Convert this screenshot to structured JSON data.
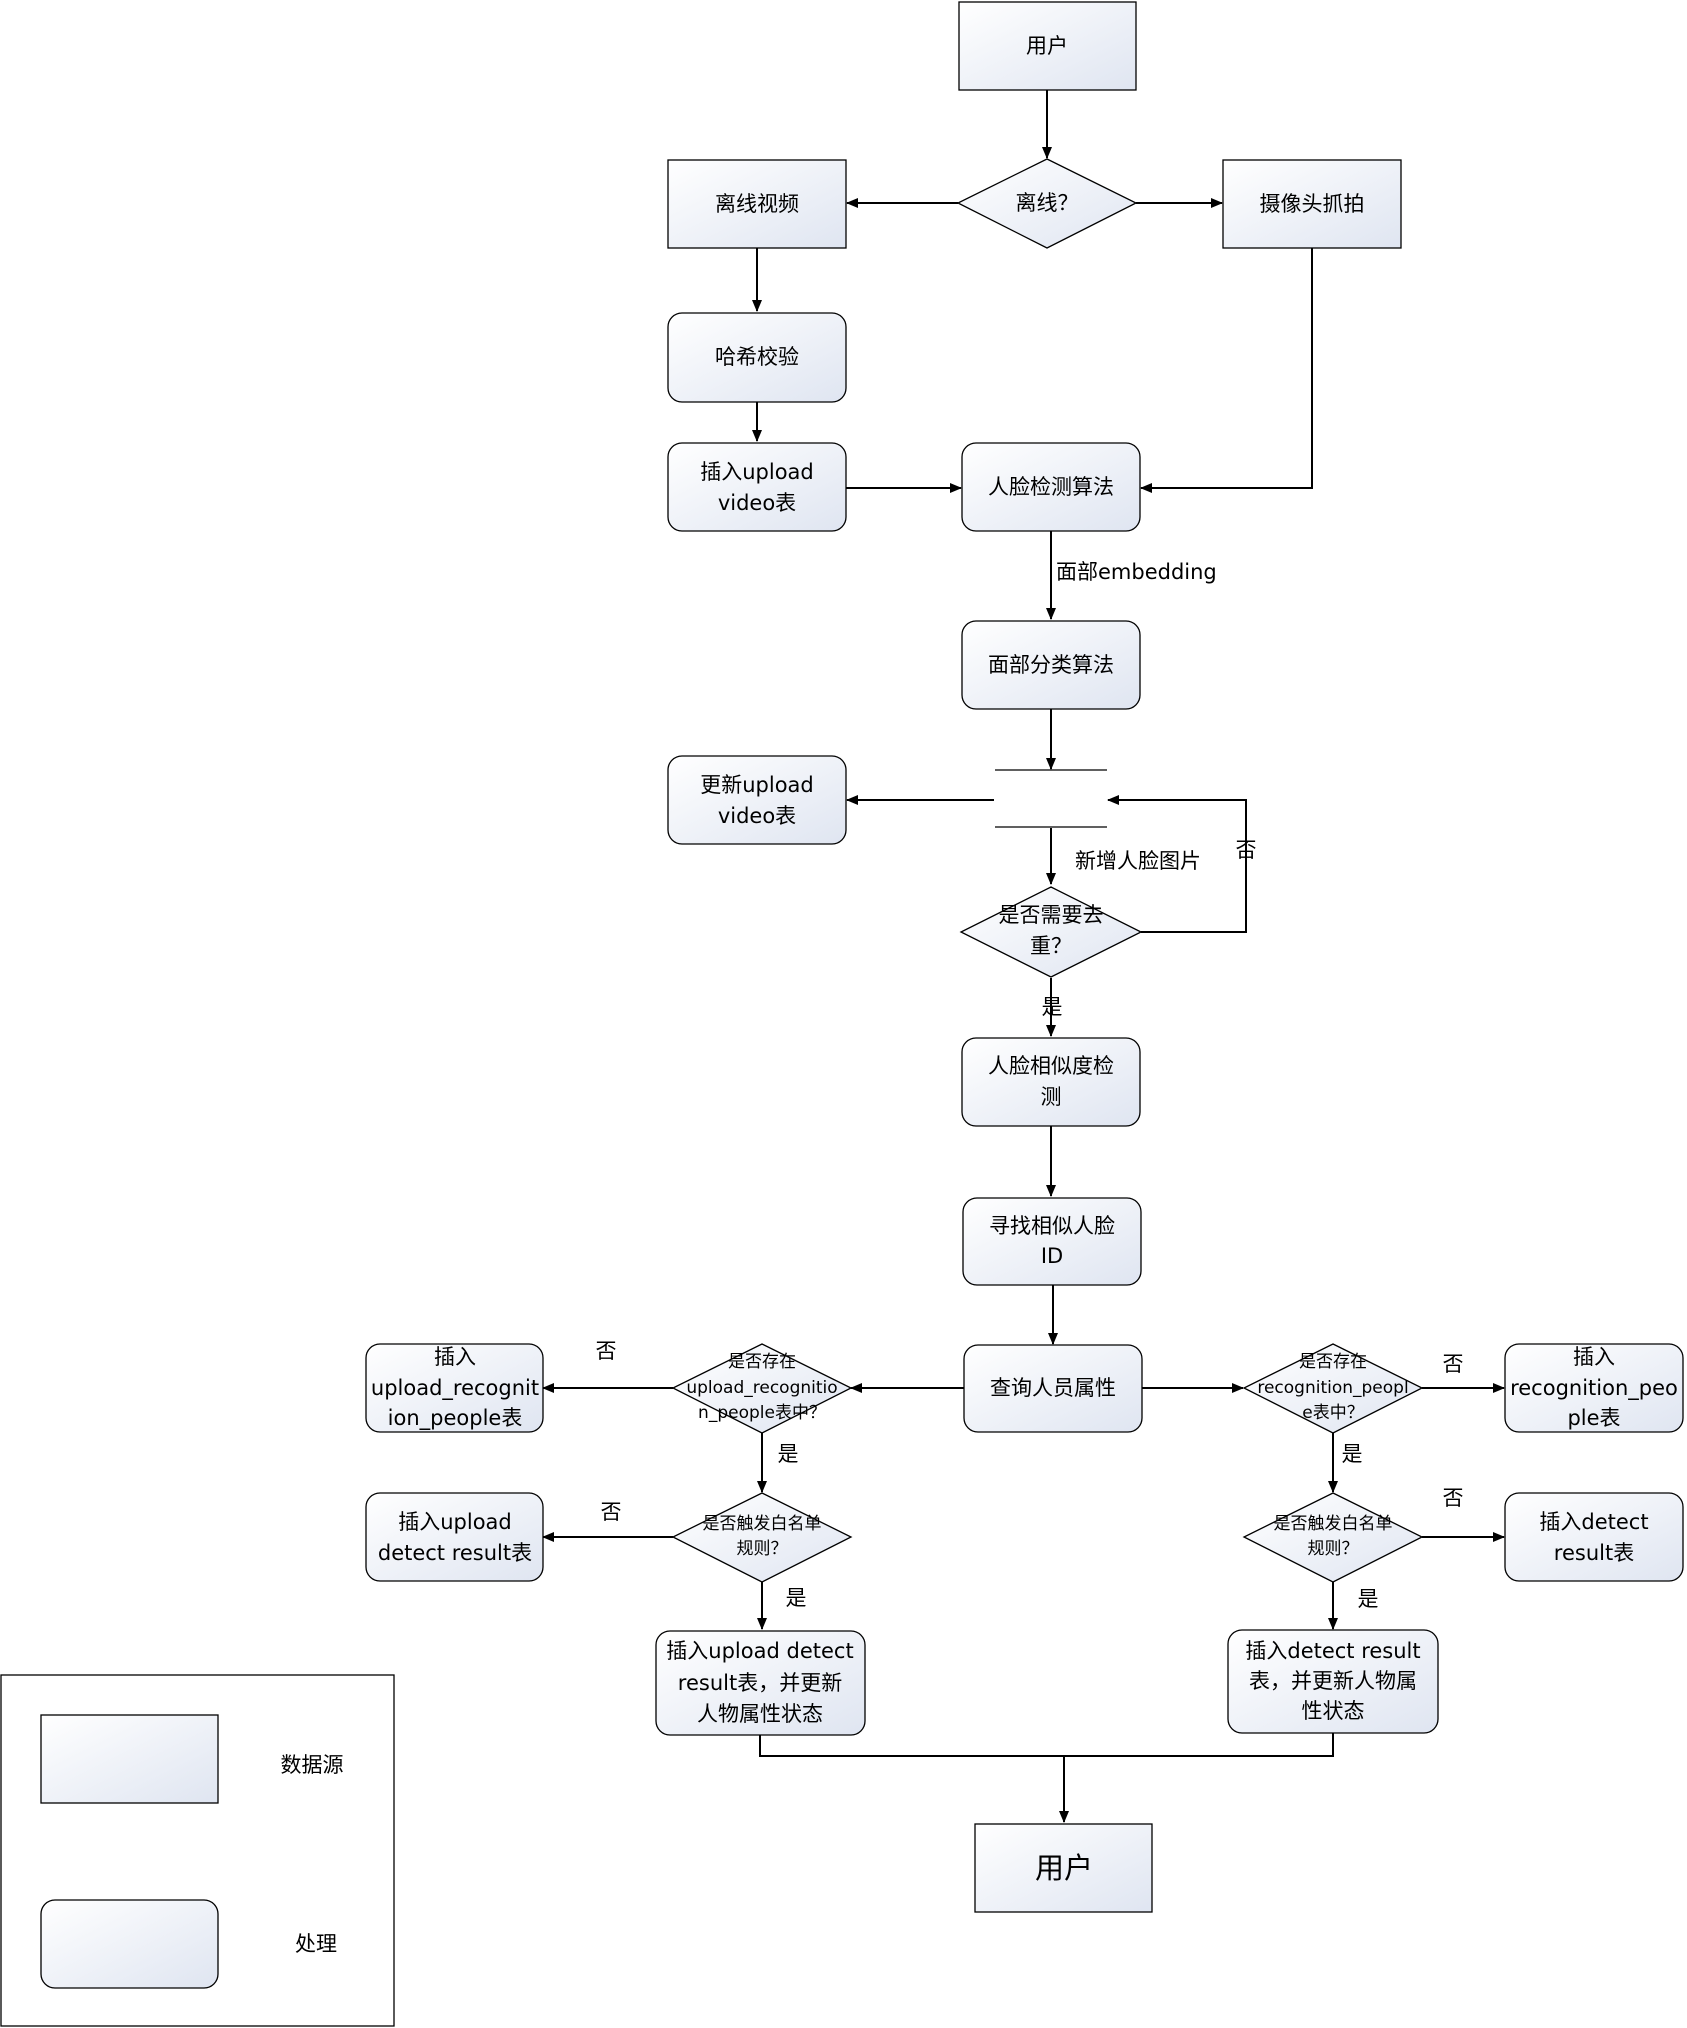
{
  "nodes": {
    "user_top": "用户",
    "offline_q": "离线？",
    "offline_video": "离线视频",
    "camera": "摄像头抓拍",
    "hash": "哈希校验",
    "insert_upload_video": [
      "插入upload",
      "video表"
    ],
    "face_detect": "人脸检测算法",
    "face_classify": "面部分类算法",
    "update_upload_video": [
      "更新upload",
      "video表"
    ],
    "dedup_q": [
      "是否需要去",
      "重？"
    ],
    "similarity": [
      "人脸相似度检",
      "测"
    ],
    "find_similar": [
      "寻找相似人脸",
      "ID"
    ],
    "query_attr": "查询人员属性",
    "left_exist_q": [
      "是否存在",
      "upload_recognitio",
      "n_people表中？"
    ],
    "right_exist_q": [
      "是否存在",
      "recognition_peopl",
      "e表中？"
    ],
    "insert_upload_recognition": [
      "插入",
      "upload_recognit",
      "ion_people表"
    ],
    "insert_recognition": [
      "插入",
      "recognition_peo",
      "ple表"
    ],
    "left_white_q": [
      "是否触发白名单",
      "规则？"
    ],
    "right_white_q": [
      "是否触发白名单",
      "规则？"
    ],
    "insert_upload_detect": [
      "插入upload",
      "detect result表"
    ],
    "insert_detect": [
      "插入detect",
      "result表"
    ],
    "insert_upload_detect_update": [
      "插入upload detect",
      "result表，并更新",
      "人物属性状态"
    ],
    "insert_detect_update": [
      "插入detect result",
      "表，并更新人物属",
      "性状态"
    ],
    "user_bottom": "用户"
  },
  "edge_labels": {
    "embedding": "面部embedding",
    "new_face": "新增人脸图片",
    "dedup_no": "否",
    "dedup_yes": "是",
    "left_exist_no": "否",
    "left_exist_yes": "是",
    "left_white_no": "否",
    "left_white_yes": "是",
    "right_exist_no": "否",
    "right_exist_yes": "是",
    "right_white_no": "否",
    "right_white_yes": "是"
  },
  "legend": {
    "data_source": "数据源",
    "process": "处理"
  },
  "colors": {
    "fill_top": "#ffffff",
    "fill_bottom": "#dde3f0",
    "stroke": "#000000"
  }
}
